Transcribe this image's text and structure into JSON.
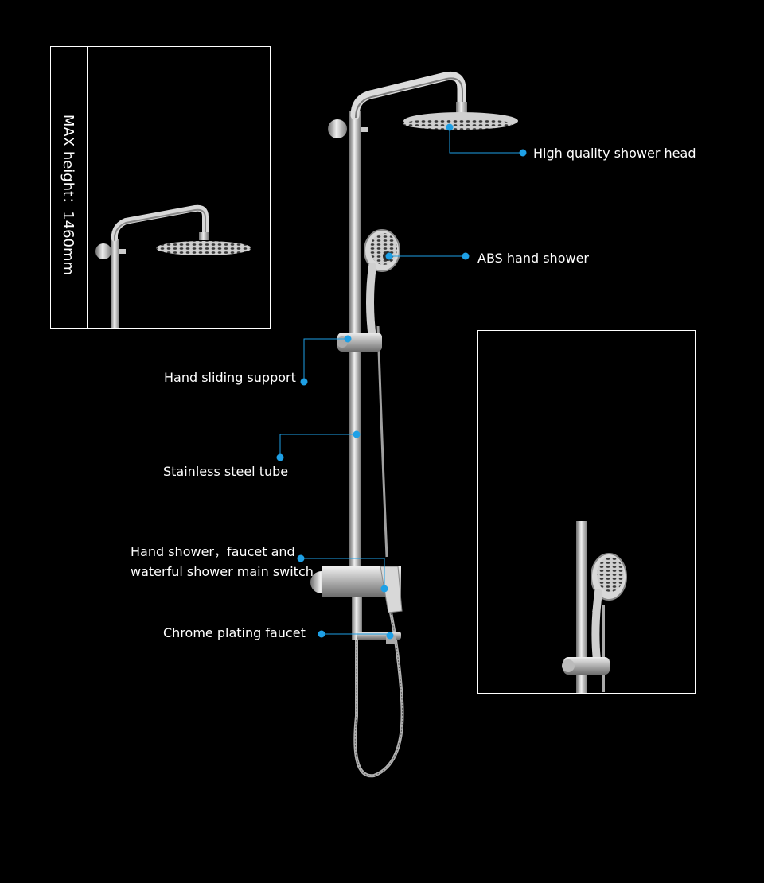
{
  "inset": {
    "max_height_label": "MAX height：1460mm"
  },
  "callouts": [
    {
      "id": "shower-head",
      "label": "High quality shower head"
    },
    {
      "id": "hand-shower",
      "label": "ABS hand shower"
    },
    {
      "id": "sliding-support",
      "label": "Hand sliding support"
    },
    {
      "id": "steel-tube",
      "label": "Stainless steel tube"
    },
    {
      "id": "main-switch",
      "label_line1": "Hand shower，faucet and",
      "label_line2": "waterful shower main switch"
    },
    {
      "id": "faucet",
      "label": "Chrome plating faucet"
    }
  ],
  "colors": {
    "accent": "#1ea0e6",
    "frame": "#ffffff",
    "metal": "#c8c8c8",
    "background": "#000000"
  }
}
